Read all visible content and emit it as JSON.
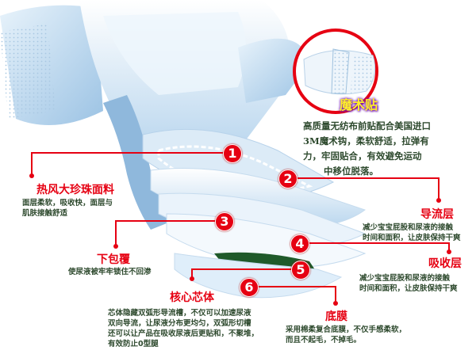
{
  "colors": {
    "accent": "#e60012",
    "text": "#2e4a2e",
    "highlight": "#ffef2a",
    "glow": "#7a1fb0"
  },
  "magic_tape": {
    "title": "魔术贴",
    "lines": [
      "高质量无纺布前贴配合美国进口",
      "3M魔术钩，柔软舒适，拉弹有",
      "力，牢固贴合，有效避免运动",
      "中移位脱落。"
    ]
  },
  "markers": [
    "1",
    "2",
    "3",
    "4",
    "5",
    "6"
  ],
  "layers": [
    {
      "title": "热风大珍珠面料",
      "lines": [
        "面层柔软，吸收快，面层与",
        "肌肤接触舒适"
      ]
    },
    {
      "title": "导流层",
      "lines": [
        "减少宝宝屁股和尿液的接触",
        "时间和面积，让皮肤保持干爽"
      ]
    },
    {
      "title": "下包覆",
      "lines": [
        "使尿液被牢牢锁住不回渗"
      ]
    },
    {
      "title": "吸收层",
      "lines": [
        "减少宝宝屁股和尿液的接触",
        "时间和面积，让皮肤保持干爽"
      ]
    },
    {
      "title": "核心芯体",
      "lines": [
        "芯体隐藏双弧形导流槽，不仅可以加速尿液",
        "双向导流，让尿液分布更均匀，双弧形切槽",
        "还可以让产品在吸收尿液后更贴和，不聚堆，",
        "有效防止0型腿"
      ]
    },
    {
      "title": "底膜",
      "lines": [
        "采用棉柔复合底膜，不仅手感柔软，",
        "而且不起毛，不掉毛。"
      ]
    }
  ]
}
